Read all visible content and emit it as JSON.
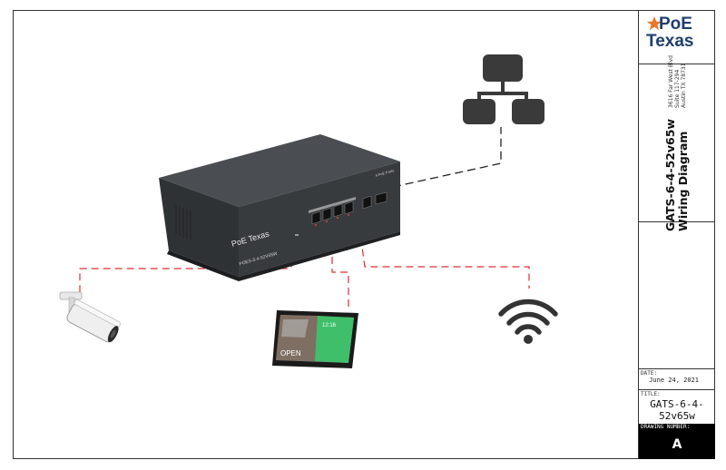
{
  "title_block": {
    "logo": {
      "line1": "PoE",
      "line2": "Texas"
    },
    "drawing_title": "GATS-6-4-52v65w",
    "drawing_subtitle": "Wiring Diagram",
    "address": [
      "3616 Far West Blvd",
      "Suite 117-294",
      "Austin TX 78731"
    ],
    "date_label": "DATE:",
    "date_value": "June 24, 2021",
    "title_label": "TITLE:",
    "title_value": "GATS-6-4-52v65w",
    "drawing_number_label": "DRAWING NUMBER:",
    "drawing_number_value": "A"
  },
  "devices": {
    "switch": {
      "brand": "PoE Texas",
      "model": "POES-6-4-52V65W",
      "port_label": "4 PoE Ports"
    },
    "tablet": {
      "time": "12:16",
      "door_text": "OPEN"
    }
  },
  "colors": {
    "poe_link": "#d93030",
    "data_link": "#222222",
    "switch_body": "#3a3d40",
    "icon_fill": "#3a3a3a",
    "brand_blue": "#1f3f6e",
    "brand_orange": "#e8782a"
  }
}
